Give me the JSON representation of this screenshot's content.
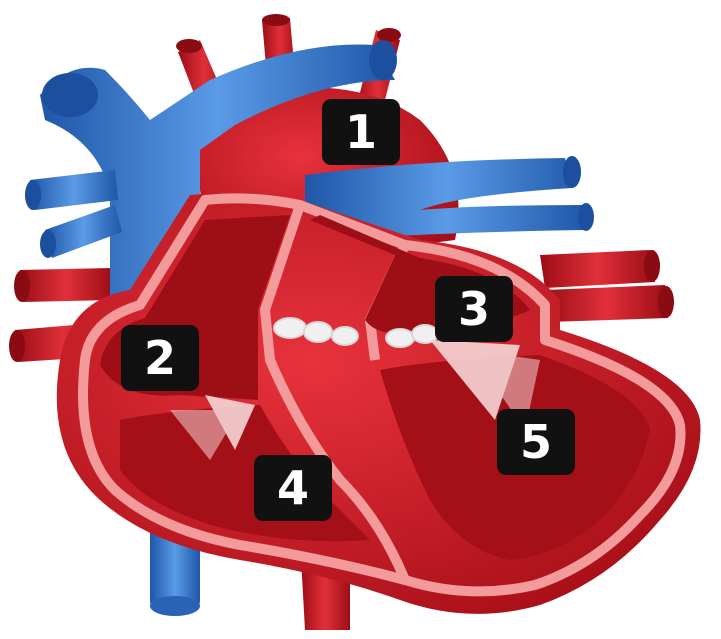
{
  "colors": {
    "artery": "#c8141e",
    "artery_dark": "#8a0c12",
    "vein": "#2f6fc4",
    "vein_light": "#5a9be6",
    "muscle_outline": "#f39a9a",
    "chamber": "#9e0e16",
    "valve": "#f0f0f0",
    "label_bg": "#111111",
    "label_text": "#ffffff"
  },
  "labels": [
    {
      "text": "1"
    },
    {
      "text": "2"
    },
    {
      "text": "3"
    },
    {
      "text": "4"
    },
    {
      "text": "5"
    }
  ]
}
